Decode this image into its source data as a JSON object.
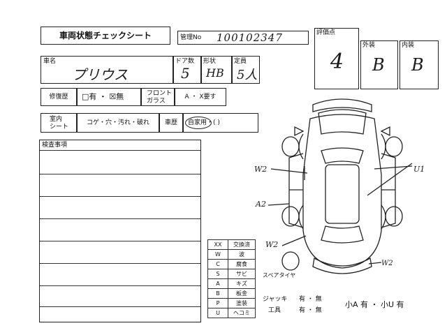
{
  "title": "車両状態チェックシート",
  "management": {
    "label": "管理No",
    "value": "100102347"
  },
  "rating": {
    "overall_label": "評価点",
    "overall_value": "4",
    "exterior_label": "外装",
    "exterior_value": "B",
    "interior_label": "内装",
    "interior_value": "B"
  },
  "vehicle": {
    "name_label": "車名",
    "name_value": "プリウス",
    "doors_label": "ドア数",
    "doors_value": "5",
    "shape_label": "形状",
    "shape_value": "HB",
    "capacity_label": "定員",
    "capacity_value": "5人"
  },
  "repair": {
    "label": "修復歴",
    "yes": "□有",
    "dot": "・",
    "no": "☒無",
    "windshield_label": "フロント\nガラス",
    "windshield_value": "A ・ X要す"
  },
  "interior": {
    "label": "室内\nシート",
    "options": "コゲ・穴・汚れ・破れ",
    "usage_label": "車歴",
    "usage_value": "自家用・(          )"
  },
  "inspection": {
    "label": "検査事項"
  },
  "legend": [
    {
      "code": "XX",
      "meaning": "交換済"
    },
    {
      "code": "W",
      "meaning": "波"
    },
    {
      "code": "C",
      "meaning": "腐食"
    },
    {
      "code": "S",
      "meaning": "サビ"
    },
    {
      "code": "A",
      "meaning": "キズ"
    },
    {
      "code": "B",
      "meaning": "板金"
    },
    {
      "code": "P",
      "meaning": "塗装"
    },
    {
      "code": "U",
      "meaning": "ヘコミ"
    }
  ],
  "diagram": {
    "spare_tire_label": "スペアタイヤ",
    "marks": {
      "w2_left": "W2",
      "a2_left": "A2",
      "w2_bottom": "W2",
      "u1_right": "U1",
      "w2_rear": "W2"
    }
  },
  "equipment": {
    "jack_label": "ジャッキ",
    "jack_value": "有 ・ 無",
    "tools_label": "工具",
    "tools_value": "有 ・ 無",
    "damage_summary": "小A 有 ・ 小U 有"
  }
}
